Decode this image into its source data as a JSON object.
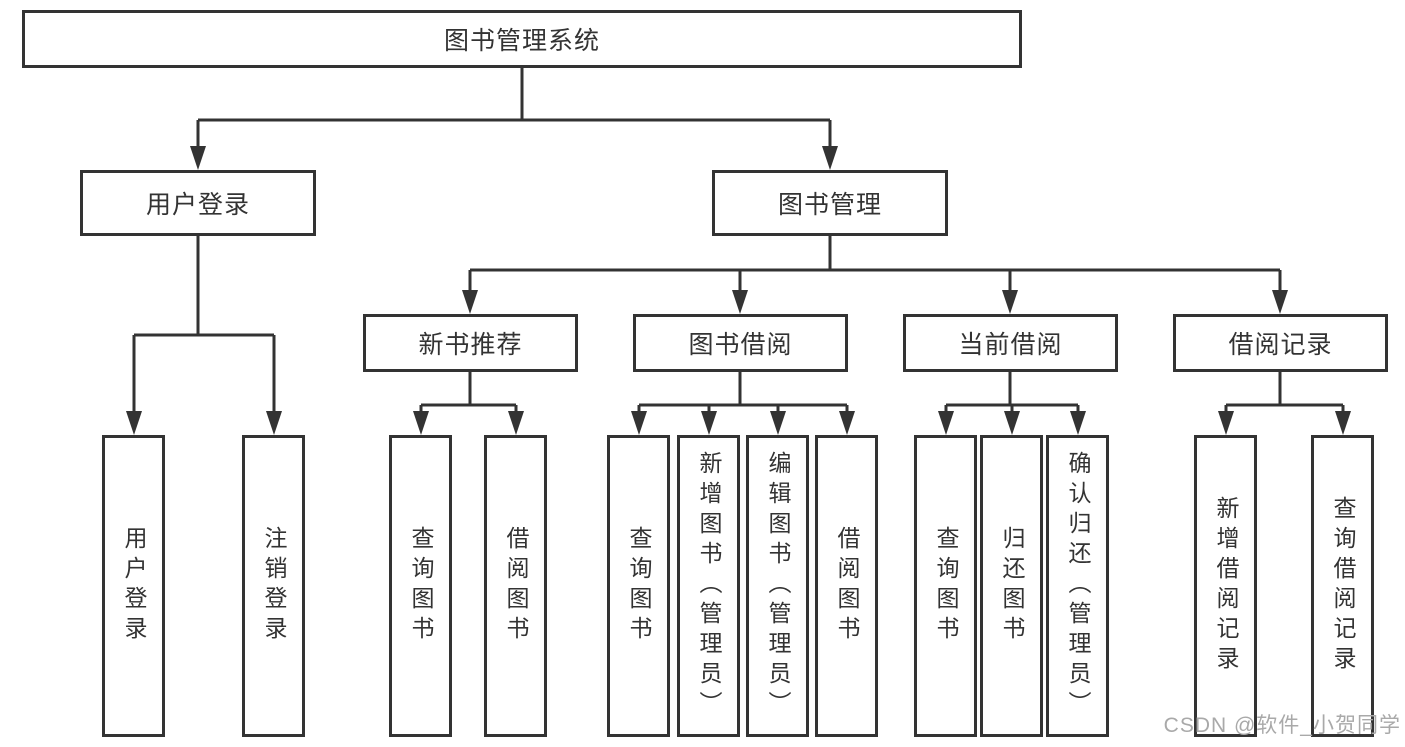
{
  "diagram": {
    "root": {
      "label": "图书管理系统"
    },
    "level1": [
      {
        "label": "用户登录"
      },
      {
        "label": "图书管理"
      }
    ],
    "level2": [
      {
        "label": "新书推荐"
      },
      {
        "label": "图书借阅"
      },
      {
        "label": "当前借阅"
      },
      {
        "label": "借阅记录"
      }
    ],
    "leaves": [
      {
        "label": "用户登录"
      },
      {
        "label": "注销登录"
      },
      {
        "label": "查询图书"
      },
      {
        "label": "借阅图书"
      },
      {
        "label": "查询图书"
      },
      {
        "label": "新增图书（管理员）"
      },
      {
        "label": "编辑图书（管理员）"
      },
      {
        "label": "借阅图书"
      },
      {
        "label": "查询图书"
      },
      {
        "label": "归还图书"
      },
      {
        "label": "确认归还（管理员）"
      },
      {
        "label": "新增借阅记录"
      },
      {
        "label": "查询借阅记录"
      }
    ]
  },
  "watermark": "CSDN @软件_小贺同学",
  "colors": {
    "line": "#333333",
    "text": "#333333",
    "watermark": "#a9a9a9",
    "background": "#ffffff"
  }
}
